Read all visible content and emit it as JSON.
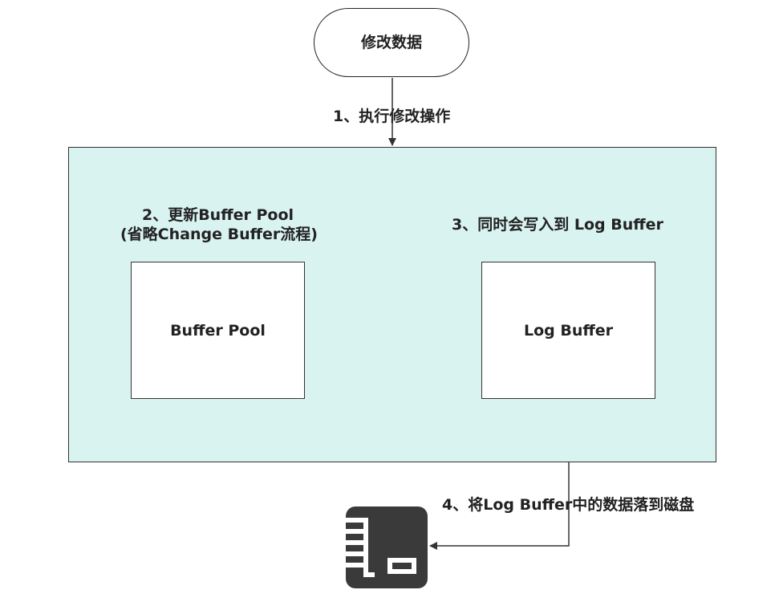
{
  "nodes": {
    "start": "修改数据",
    "buffer_pool": "Buffer Pool",
    "log_buffer": "Log Buffer"
  },
  "steps": {
    "step1": "1、执行修改操作",
    "step2_line1": "2、更新Buffer Pool",
    "step2_line2": "(省略Change Buffer流程)",
    "step3": "3、同时会写入到 Log Buffer",
    "step4": "4、将Log Buffer中的数据落到磁盘"
  },
  "icons": {
    "disk": "disk-icon"
  },
  "colors": {
    "container_fill": "#d9f3f1",
    "line": "#333333",
    "disk_icon": "#3a3a3a"
  }
}
